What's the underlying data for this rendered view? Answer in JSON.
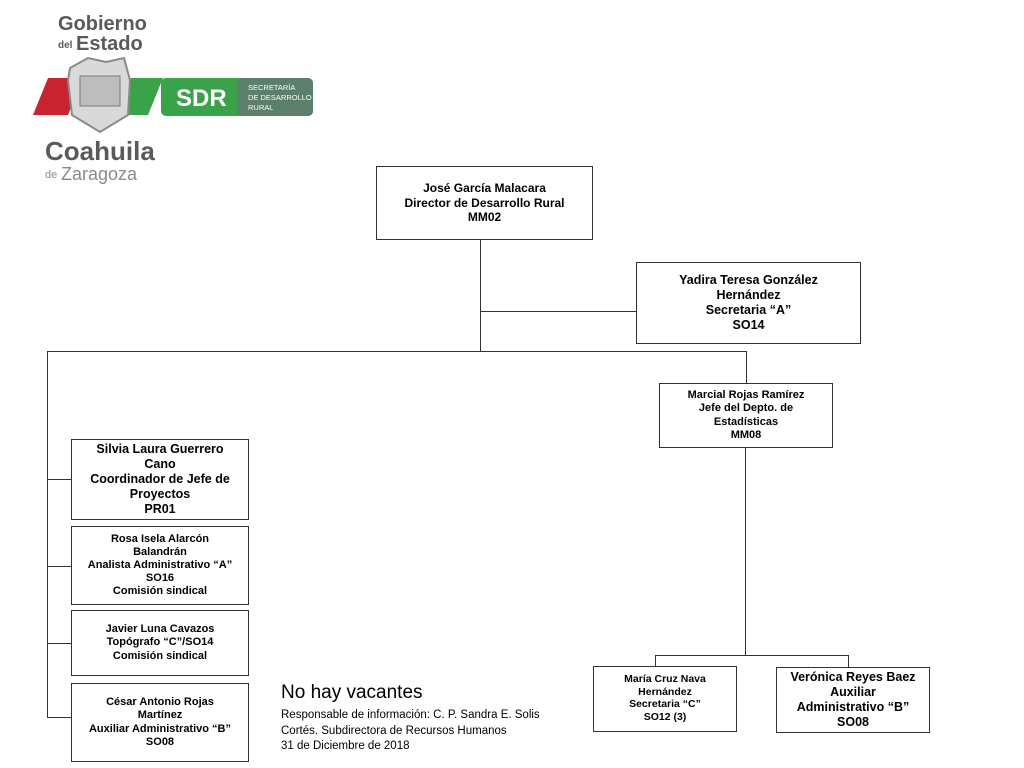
{
  "logo": {
    "line1": "Gobierno",
    "line2_small": "del",
    "line2": "Estado",
    "badge": "SDR",
    "badge_text": [
      "SECRETARÍA",
      "DE DESARROLLO",
      "RURAL"
    ],
    "state": "Coahuila",
    "state_small": "de",
    "state_sub": "Zaragoza",
    "colors": {
      "red": "#c8242f",
      "green": "#3aa34a",
      "darkgreen": "#5b7f6a",
      "gray": "#5a5a5a"
    }
  },
  "nodes": {
    "director": [
      "José García Malacara",
      "Director de Desarrollo Rural",
      "MM02"
    ],
    "secretaria": [
      "Yadira Teresa González",
      "Hernández",
      "Secretaria “A”",
      "SO14"
    ],
    "jefe_depto": [
      "Marcial Rojas Ramírez",
      "Jefe del Depto. de",
      "Estadísticas",
      "MM08"
    ],
    "coordinador": [
      "Silvia Laura Guerrero",
      "Cano",
      "Coordinador de Jefe de",
      "Proyectos",
      "PR01"
    ],
    "analista": [
      "Rosa Isela Alarcón",
      "Balandrán",
      "Analista Administrativo “A”",
      "SO16",
      "Comisión sindical"
    ],
    "topografo": [
      "Javier Luna Cavazos",
      "Topógrafo “C”/SO14",
      "Comisión sindical"
    ],
    "auxiliar1": [
      "César Antonio Rojas",
      "Martínez",
      "Auxiliar  Administrativo “B”",
      "SO08"
    ],
    "secretaria_c": [
      "María Cruz Nava",
      "Hernández",
      "Secretaria “C”",
      "SO12 (3)"
    ],
    "auxiliar2": [
      "Verónica Reyes Baez",
      "Auxiliar",
      "Administrativo “B”",
      "SO08"
    ]
  },
  "note": {
    "title": "No  hay vacantes",
    "lines": [
      "Responsable de información: C. P. Sandra E. Solis",
      "Cortés. Subdirectora de Recursos Humanos",
      "31 de Diciembre de 2018"
    ]
  }
}
